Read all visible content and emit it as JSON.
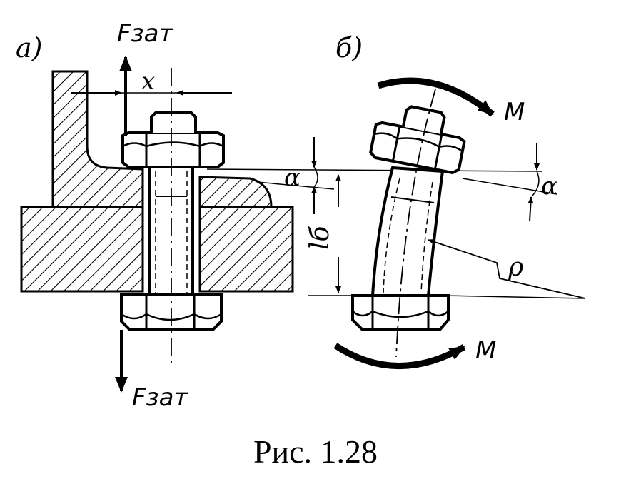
{
  "figure": {
    "panel_a_label": "а)",
    "panel_b_label": "б)",
    "force_top_label": "Fзат",
    "force_bottom_label": "Fзат",
    "offset_label": "x",
    "angle_label_left": "α",
    "angle_label_right": "α",
    "length_label": "lб",
    "radius_label": "ρ",
    "moment_top_label": "M",
    "moment_bottom_label": "M",
    "caption": "Рис. 1.28"
  },
  "colors": {
    "ink": "#000000",
    "paper": "#ffffff"
  }
}
